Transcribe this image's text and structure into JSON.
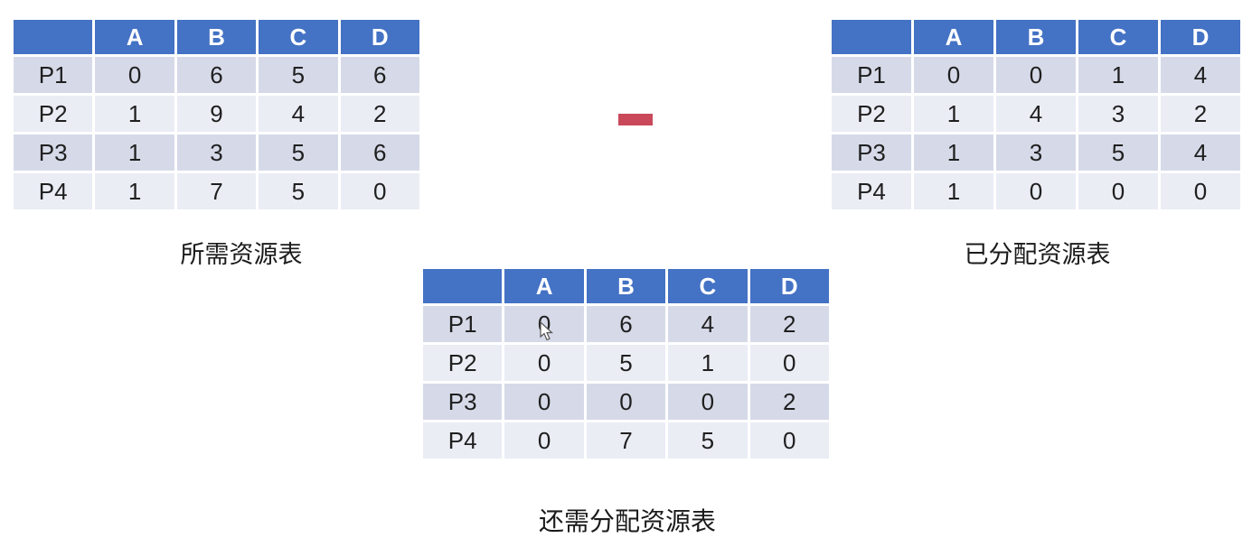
{
  "colors": {
    "header_blue": "#4472C4",
    "row_band_dark": "#D6DAE8",
    "row_band_light": "#EBEDF5",
    "minus_red": "#C9495B",
    "text": "#1f1f1f"
  },
  "operator": {
    "icon": "minus-sign",
    "meaning": "subtraction between required and allocated tables"
  },
  "cursor": {
    "icon": "arrow-pointer"
  },
  "tables": [
    {
      "id": "required",
      "caption": "所需资源表",
      "columns": [
        "",
        "A",
        "B",
        "C",
        "D"
      ],
      "rows": [
        {
          "label": "P1",
          "values": [
            "0",
            "6",
            "5",
            "6"
          ]
        },
        {
          "label": "P2",
          "values": [
            "1",
            "9",
            "4",
            "2"
          ]
        },
        {
          "label": "P3",
          "values": [
            "1",
            "3",
            "5",
            "6"
          ]
        },
        {
          "label": "P4",
          "values": [
            "1",
            "7",
            "5",
            "0"
          ]
        }
      ]
    },
    {
      "id": "allocated",
      "caption": "已分配资源表",
      "columns": [
        "",
        "A",
        "B",
        "C",
        "D"
      ],
      "rows": [
        {
          "label": "P1",
          "values": [
            "0",
            "0",
            "1",
            "4"
          ]
        },
        {
          "label": "P2",
          "values": [
            "1",
            "4",
            "3",
            "2"
          ]
        },
        {
          "label": "P3",
          "values": [
            "1",
            "3",
            "5",
            "4"
          ]
        },
        {
          "label": "P4",
          "values": [
            "1",
            "0",
            "0",
            "0"
          ]
        }
      ]
    },
    {
      "id": "still_needed",
      "caption": "还需分配资源表",
      "columns": [
        "",
        "A",
        "B",
        "C",
        "D"
      ],
      "rows": [
        {
          "label": "P1",
          "values": [
            "0",
            "6",
            "4",
            "2"
          ]
        },
        {
          "label": "P2",
          "values": [
            "0",
            "5",
            "1",
            "0"
          ]
        },
        {
          "label": "P3",
          "values": [
            "0",
            "0",
            "0",
            "2"
          ]
        },
        {
          "label": "P4",
          "values": [
            "0",
            "7",
            "5",
            "0"
          ]
        }
      ]
    }
  ]
}
